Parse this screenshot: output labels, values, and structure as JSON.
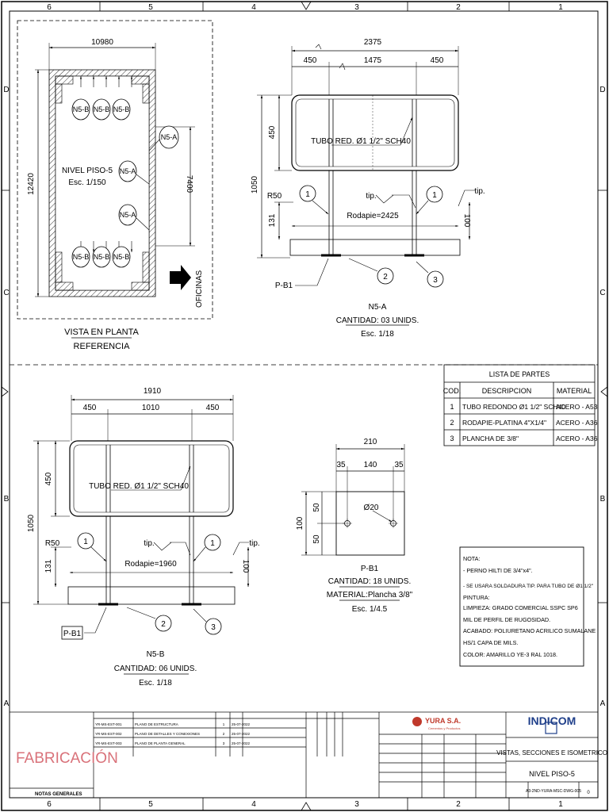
{
  "grid": {
    "columns": [
      "6",
      "5",
      "4",
      "3",
      "2",
      "1"
    ],
    "rows": [
      "D",
      "C",
      "B",
      "A"
    ]
  },
  "plan_view": {
    "width_dim": "10980",
    "height_dim": "12420",
    "inner_dim": "7400",
    "title_lines": [
      "NIVEL PISO-5",
      "Esc. 1/150"
    ],
    "tags_top": [
      "N5-B",
      "N5-B",
      "N5-B"
    ],
    "tags_bottom": [
      "N5-B",
      "N5-B",
      "N5-B"
    ],
    "tags_a": [
      "N5-A",
      "N5-A",
      "N5-A"
    ],
    "arrow_label": "OFICINAS",
    "caption": "VISTA EN PLANTA",
    "caption2": "REFERENCIA"
  },
  "n5a": {
    "dims_top": {
      "total": "2375",
      "left": "450",
      "mid": "1475",
      "right": "450"
    },
    "dim_h_top": "450",
    "dim_h_total": "1050",
    "dim_131": "131",
    "dim_100": "100",
    "r50": "R50",
    "tube_label": "TUBO RED. Ø1 1/2\" SCH40",
    "tip_left": "tip.",
    "tip_right": "tip.",
    "rodapie": "Rodapie=2425",
    "pb1": "P-B1",
    "bubbles": [
      "1",
      "1",
      "2",
      "3"
    ],
    "caption": "N5-A",
    "qty": "CANTIDAD: 03 UNIDS.",
    "scale": "Esc. 1/18"
  },
  "n5b": {
    "dims_top": {
      "total": "1910",
      "left": "450",
      "mid": "1010",
      "right": "450"
    },
    "dim_h_top": "450",
    "dim_h_total": "1050",
    "dim_131": "131",
    "dim_100": "100",
    "r50": "R50",
    "tube_label": "TUBO RED. Ø1 1/2\" SCH40",
    "tip_left": "tip.",
    "tip_right": "tip.",
    "rodapie": "Rodapie=1960",
    "pb1": "P-B1",
    "bubbles": [
      "1",
      "1",
      "2",
      "3"
    ],
    "caption": "N5-B",
    "qty": "CANTIDAD: 06 UNIDS.",
    "scale": "Esc. 1/18"
  },
  "plate": {
    "total": "210",
    "left": "35",
    "mid": "140",
    "right": "35",
    "h_total": "100",
    "h_top": "50",
    "h_bottom": "50",
    "hole": "Ø20",
    "caption": "P-B1",
    "qty": "CANTIDAD: 18 UNIDS.",
    "material": "MATERIAL:Plancha 3/8\"",
    "scale": "Esc. 1/4.5"
  },
  "parts_list": {
    "title": "LISTA DE PARTES",
    "headers": [
      "COD.",
      "DESCRIPCION",
      "MATERIAL"
    ],
    "rows": [
      [
        "1",
        "TUBO REDONDO Ø1 1/2\" SCH40",
        "ACERO - A53"
      ],
      [
        "2",
        "RODAPIE-PLATINA 4\"X1/4\"",
        "ACERO - A36"
      ],
      [
        "3",
        "PLANCHA DE 3/8\"",
        "ACERO - A36"
      ]
    ]
  },
  "notes": {
    "lines": [
      "NOTA:",
      "- PERNO HILTI DE 3/4\"x4\".",
      "- SE USARA SOLDADURA TIP. PARA TUBO DE Ø1 1/2\"",
      "PINTURA:",
      "LIMPIEZA: GRADO COMERCIAL SSPC SP6",
      "MIL DE PERFIL DE RUGOSIDAD.",
      "ACABADO: POLIURETANO ACRILICO SUMALANE",
      "HS/1 CAPA DE  MILS.",
      "COLOR: AMARILLO YE-3 RAL 1018."
    ]
  },
  "title_block": {
    "stamp": "FABRICACIÓN",
    "notes_label": "NOTAS GENERALES",
    "company": "YURA S.A.",
    "company_sub": "Cementos y Productos",
    "contractor": "INDICOM",
    "drawing_title": "VISTAS, SECCIONES E ISOMETRICO",
    "drawing_subtitle": "NIVEL PISO-5",
    "drawing_number": "A3-2ND-YURA-MSC-DWG-005",
    "sheet": "0",
    "ref_rows": [
      [
        "YR-MS-EST-001",
        "PLANO DE ESTRUCTURA",
        "1",
        "25-07-2022"
      ],
      [
        "YR-MS-EST-002",
        "PLANO DE DETALLES Y CONEXIONES",
        "2",
        "25-07-2022"
      ],
      [
        "YR-MS-EST-003",
        "PLANO DE PLANTA GENERAL",
        "3",
        "25-07-2022"
      ]
    ],
    "colors": {
      "stamp": "#d9727a",
      "yura": "#c0392b",
      "indicom": "#1f3f8a"
    }
  }
}
